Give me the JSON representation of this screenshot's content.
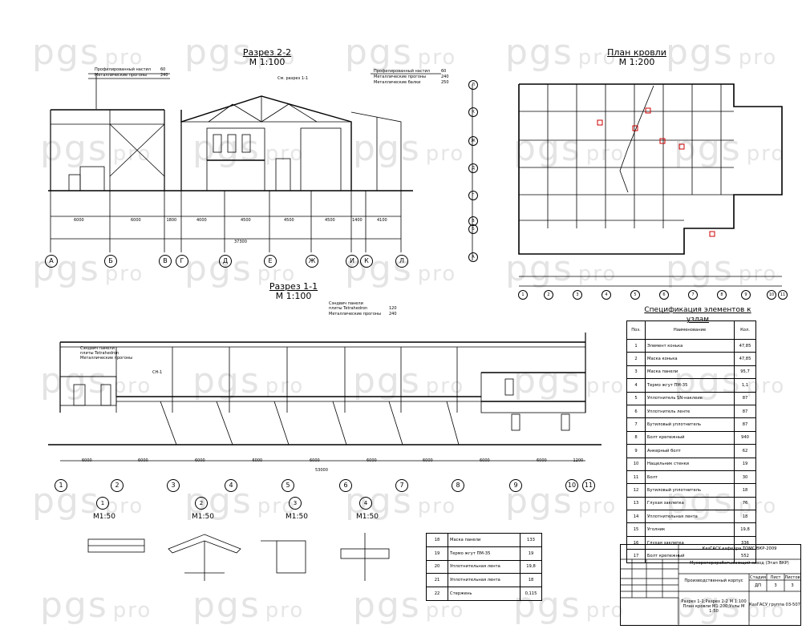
{
  "section22": {
    "title": "Разрез 2-2",
    "scale": "М 1:100",
    "roof_left": [
      "Профилированный настил",
      "Металлические прогоны"
    ],
    "roof_left_vals": [
      "60",
      "240"
    ],
    "roof_right": [
      "Профилированный настил",
      "Металлические прогоны",
      "Металлические балки"
    ],
    "roof_right_vals": [
      "60",
      "240",
      "250"
    ],
    "ref": "См. разрез 1-1",
    "dims": [
      "6000",
      "6000",
      "1800",
      "4000",
      "4500",
      "4500",
      "4500",
      "1400",
      "4100"
    ],
    "total": "37300",
    "axes": [
      "А",
      "Б",
      "В",
      "Г",
      "Д",
      "Е",
      "Ж",
      "И",
      "К",
      "Л"
    ]
  },
  "plan": {
    "title": "План кровли",
    "scale": "М 1:200",
    "left_axes": [
      "Л",
      "К",
      "Ж",
      "Д",
      "Г",
      "В",
      "Б",
      "А"
    ],
    "bottom_axes": [
      "1",
      "2",
      "3",
      "4",
      "5",
      "6",
      "7",
      "8",
      "9",
      "10",
      "11"
    ]
  },
  "section11": {
    "title": "Разрез 1-1",
    "scale": "М 1:100",
    "roof": [
      "Сэндвич панели",
      "плиты Tetrahedron",
      "Металлические прогоны"
    ],
    "roof_vals": [
      "120",
      "240"
    ],
    "left_note": [
      "Сэндвич панели",
      "плиты Tetrahedron",
      "Металлические прогоны"
    ],
    "gate": "СН-1",
    "dims": [
      "6000",
      "6000",
      "6000",
      "6000",
      "6000",
      "6000",
      "6000",
      "6000",
      "6000",
      "1200"
    ],
    "total": "53000",
    "axes": [
      "1",
      "2",
      "3",
      "4",
      "5",
      "6",
      "7",
      "8",
      "9",
      "10",
      "11"
    ]
  },
  "nodes": [
    {
      "num": "1",
      "scale": "M1:50"
    },
    {
      "num": "2",
      "scale": "M1:50"
    },
    {
      "num": "3",
      "scale": "M1:50"
    },
    {
      "num": "4",
      "scale": "M1:50"
    }
  ],
  "spec": {
    "title": "Спецификация элементов к узлам",
    "headers": [
      "Поз.",
      "Наименование",
      "Кол."
    ],
    "rows": [
      [
        "1",
        "Элемент конька",
        "47,85"
      ],
      [
        "2",
        "Маска конька",
        "47,85"
      ],
      [
        "3",
        "Маска панели",
        "95,7"
      ],
      [
        "4",
        "Термо жгут ПМ-35",
        "1,1"
      ],
      [
        "5",
        "Уплотнитель SN-наклеив",
        "87"
      ],
      [
        "6",
        "Уплотнитель ленте",
        "87"
      ],
      [
        "7",
        "Бутиловый уплотнитель",
        "87"
      ],
      [
        "8",
        "Болт крепежный",
        "940"
      ],
      [
        "9",
        "Анкерный болт",
        "62"
      ],
      [
        "10",
        "Нащельник стенки",
        "19"
      ],
      [
        "11",
        "Болт",
        "30"
      ],
      [
        "12",
        "Бутиловый уплотнитель",
        "18"
      ],
      [
        "13",
        "Глухая заклепка",
        "76"
      ],
      [
        "14",
        "Уплотнительная лента",
        "18"
      ],
      [
        "15",
        "Уголник",
        "19,8"
      ],
      [
        "16",
        "Глухая заклепка",
        "336"
      ],
      [
        "17",
        "Болт крепежный",
        "552"
      ]
    ]
  },
  "spec2": {
    "rows": [
      [
        "18",
        "Маска панели",
        "133"
      ],
      [
        "19",
        "Термо жгут ПМ-35",
        "19"
      ],
      [
        "20",
        "Уплотнительная лента",
        "19,8"
      ],
      [
        "21",
        "Уплотнительная лента",
        "18"
      ],
      [
        "22",
        "Стержень",
        "0,115"
      ]
    ]
  },
  "stamp": {
    "code": "КазГАСУ кафедра ТОМС ВКР-2009",
    "project": "Мусороперерабатывающий завод (Этап ВКР)",
    "building": "Производственный корпус",
    "sheet_title": "Разрез 1-1;Разрез 2-2 М 1:100 План кровли М1:200;Узлы М 1:50",
    "stage_label": "Стадия",
    "sheet_label": "Лист",
    "sheets_label": "Листов",
    "stage": "ДП",
    "sheet": "3",
    "sheets": "3",
    "org": "КазГАСУ группа 03-507"
  },
  "watermark": {
    "brand": "pgs",
    "suffix": "pro"
  }
}
